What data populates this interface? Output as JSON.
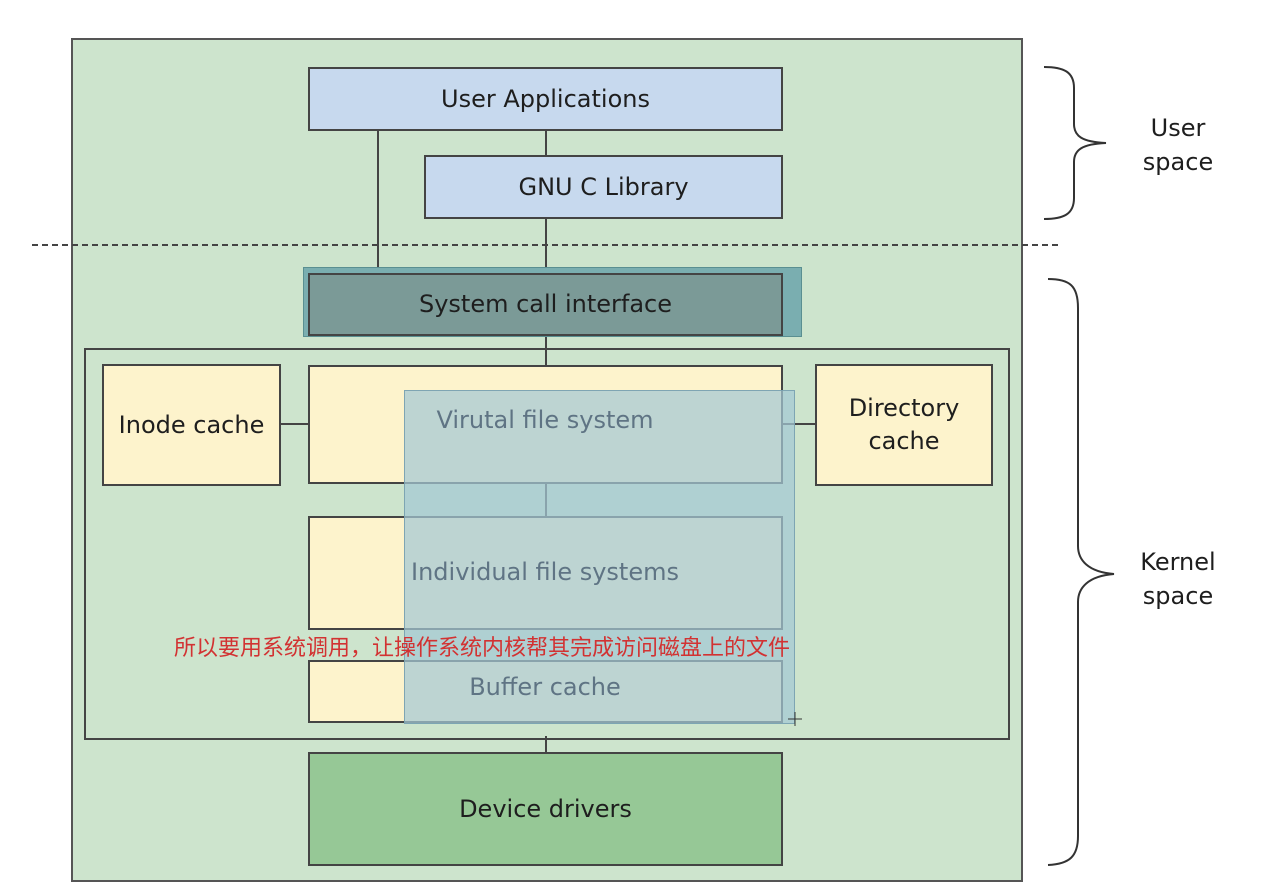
{
  "diagram": {
    "user_applications": "User Applications",
    "gnu_c_library": "GNU C Library",
    "system_call_interface": "System call interface",
    "inode_cache": "Inode cache",
    "virtual_file_system": "Virutal file system",
    "directory_cache_line1": "Directory",
    "directory_cache_line2": "cache",
    "individual_file_systems": "Individual file systems",
    "buffer_cache": "Buffer cache",
    "device_drivers": "Device drivers"
  },
  "side_labels": {
    "user_space_line1": "User",
    "user_space_line2": "space",
    "kernel_space_line1": "Kernel",
    "kernel_space_line2": "space"
  },
  "annotation": "所以要用系统调用，让操作系统内核帮其完成访问磁盘上的文件",
  "colors": {
    "outer_bg": "#cde4cd",
    "user_box": "#c7d9ee",
    "cache_box": "#fdf3cc",
    "driver_box": "#96c896",
    "syscall_box": "#7b9a97",
    "annotation": "#d23232"
  }
}
